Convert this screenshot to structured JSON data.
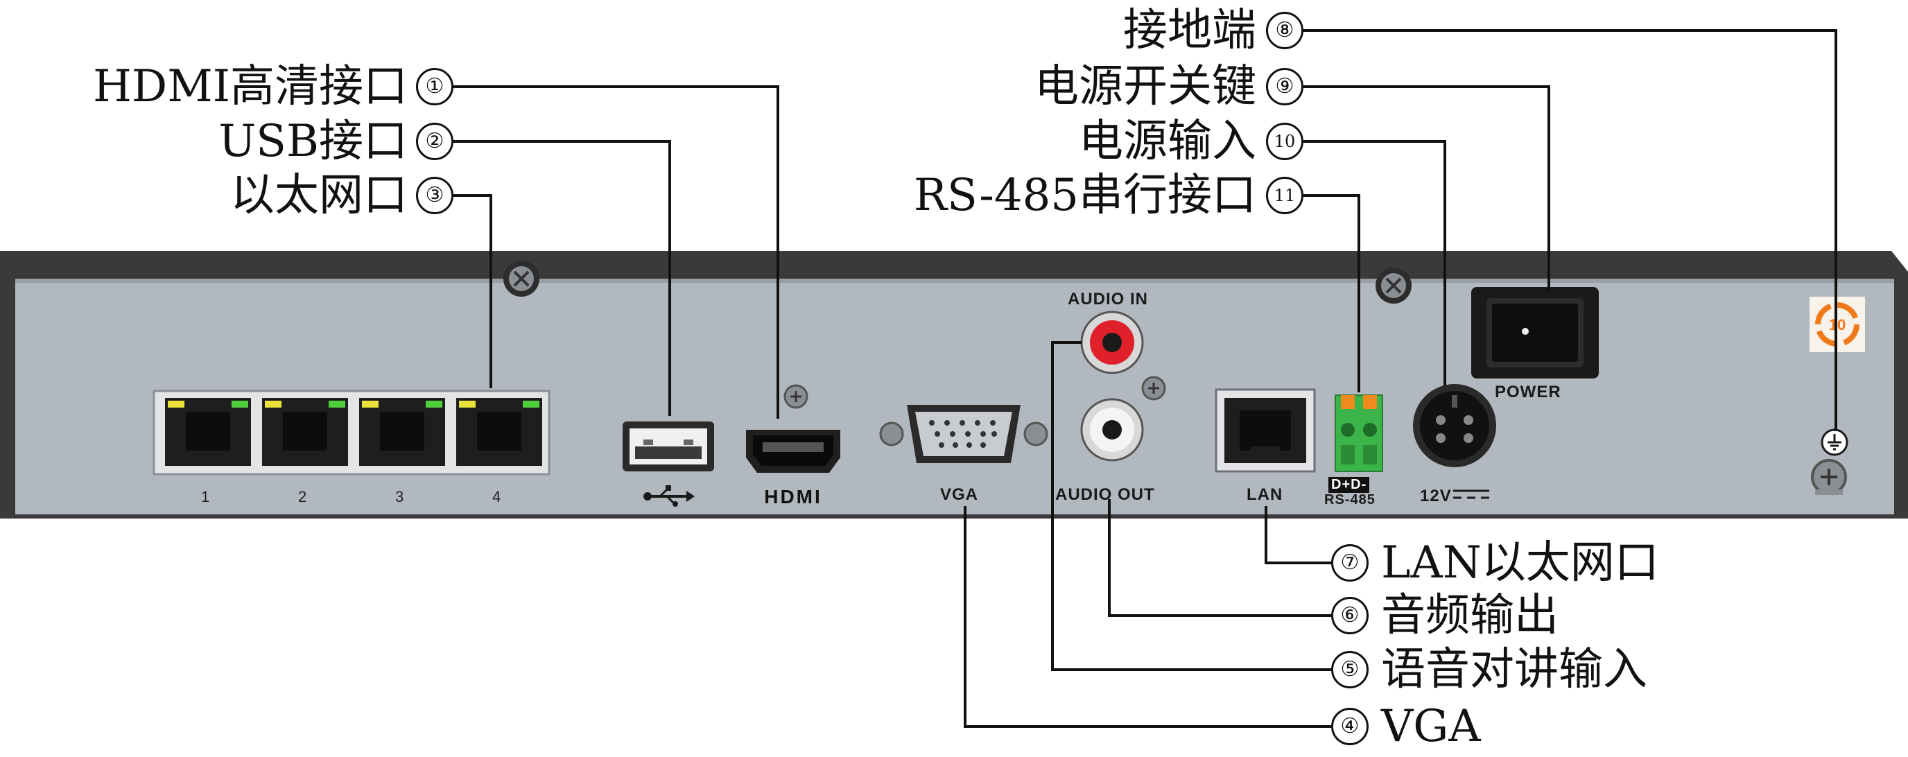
{
  "callouts": [
    {
      "num": "①",
      "label": "HDMI高清接口"
    },
    {
      "num": "②",
      "label": "USB接口"
    },
    {
      "num": "③",
      "label": "以太网口"
    },
    {
      "num": "④",
      "label": "VGA"
    },
    {
      "num": "⑤",
      "label": "语音对讲输入"
    },
    {
      "num": "⑥",
      "label": "音频输出"
    },
    {
      "num": "⑦",
      "label": "LAN以太网口"
    },
    {
      "num": "⑧",
      "label": "接地端"
    },
    {
      "num": "⑨",
      "label": "电源开关键"
    },
    {
      "num": "10",
      "label": "电源输入"
    },
    {
      "num": "11",
      "label": "RS-485串行接口"
    }
  ],
  "panel": {
    "audio_in": "AUDIO IN",
    "audio_out": "AUDIO OUT",
    "vga": "VGA",
    "lan": "LAN",
    "rs485_pins": "D+D-",
    "rs485": "RS-485",
    "power_in": "12V",
    "power": "POWER",
    "hdmi": "HDMI",
    "eth_ports": [
      "1",
      "2",
      "3",
      "4"
    ]
  },
  "colors": {
    "panel": "#b2b8bf",
    "chassis": "#3a3a3a",
    "led_yellow": "#e8e23a",
    "led_green": "#4fcf3c",
    "audio_red": "#e0202a",
    "terminal_green": "#3bb54a",
    "terminal_orange": "#f08a1c",
    "badge_orange": "#f07a1a"
  },
  "icons": [
    "screw-icon",
    "usb-icon",
    "ground-icon",
    "recycle-badge-icon"
  ]
}
